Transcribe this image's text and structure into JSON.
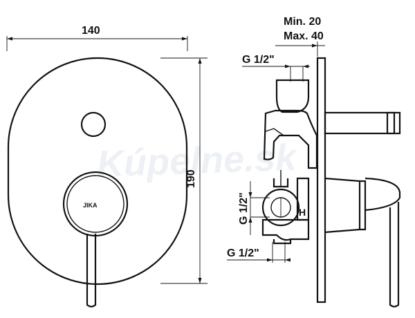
{
  "front_view": {
    "width_label": "140",
    "height_label": "190",
    "brand": "JIKA"
  },
  "side_view": {
    "min_label": "Min. 20",
    "max_label": "Max. 40",
    "thread_top": "G 1/2\"",
    "thread_left": "G 1/2\"",
    "thread_bottom": "G 1/2\"",
    "marker_h": "H"
  },
  "watermark": "Kúpelne.sk",
  "colors": {
    "line": "#111111",
    "background": "#ffffff",
    "watermark": "#dfe6ee"
  }
}
